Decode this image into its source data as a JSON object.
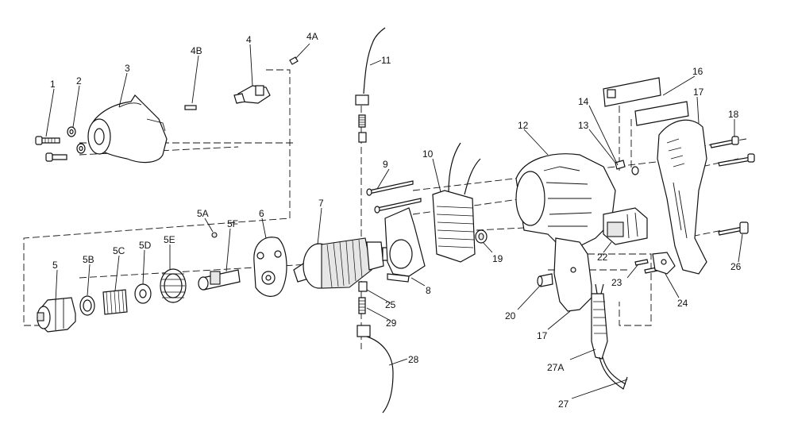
{
  "callouts": {
    "c1": "1",
    "c2": "2",
    "c3": "3",
    "c4": "4",
    "c4a": "4A",
    "c4b": "4B",
    "c5": "5",
    "c5a": "5A",
    "c5b": "5B",
    "c5c": "5C",
    "c5d": "5D",
    "c5e": "5E",
    "c5f": "5F",
    "c6": "6",
    "c7": "7",
    "c8": "8",
    "c9": "9",
    "c10": "10",
    "c11": "11",
    "c12": "12",
    "c13": "13",
    "c14": "14",
    "c16": "16",
    "c17a": "17",
    "c17b": "17",
    "c18": "18",
    "c19": "19",
    "c20": "20",
    "c22": "22",
    "c23": "23",
    "c24": "24",
    "c25": "25",
    "c26": "26",
    "c27": "27",
    "c27a": "27A",
    "c28": "28",
    "c29": "29"
  }
}
